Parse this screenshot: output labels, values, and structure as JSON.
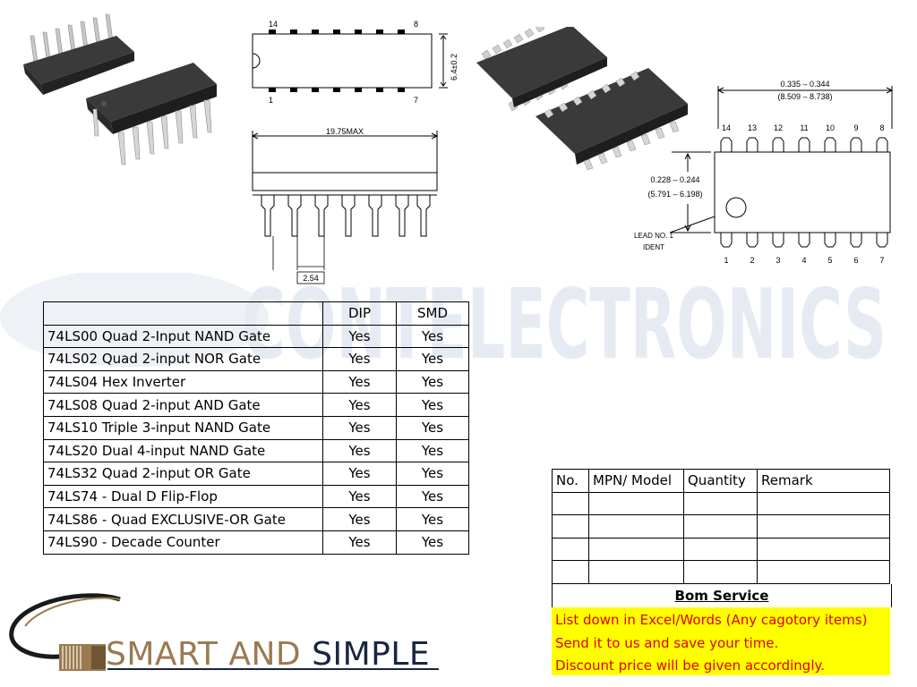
{
  "watermark": {
    "text": "CONTELECTRONICS",
    "color": "#e6ebf3"
  },
  "drawings": {
    "dip_top": {
      "pin_left_top": "14",
      "pin_right_top": "8",
      "pin_left_bottom": "1",
      "pin_right_bottom": "7",
      "width_dim": "6.4±0.2"
    },
    "dip_side": {
      "length_dim": "19.75MAX",
      "pitch_dim": "2.54"
    },
    "soic": {
      "length_dim_in": "0.335 – 0.344",
      "length_dim_mm": "(8.509 – 8.738)",
      "width_dim_in": "0.228 – 0.244",
      "width_dim_mm": "(5.791 – 6.198)",
      "lead_ident_line1": "LEAD NO. 1",
      "lead_ident_line2": "IDENT",
      "pins_top": [
        "14",
        "13",
        "12",
        "11",
        "10",
        "9",
        "8"
      ],
      "pins_bottom": [
        "1",
        "2",
        "3",
        "4",
        "5",
        "6",
        "7"
      ]
    }
  },
  "ic_table": {
    "headers": [
      "",
      "DIP",
      "SMD"
    ],
    "rows": [
      [
        "74LS00 Quad 2-Input NAND Gate",
        "Yes",
        "Yes"
      ],
      [
        "74LS02 Quad 2-input NOR Gate",
        "Yes",
        "Yes"
      ],
      [
        "74LS04 Hex Inverter",
        "Yes",
        "Yes"
      ],
      [
        "74LS08 Quad 2-input AND Gate",
        "Yes",
        "Yes"
      ],
      [
        "74LS10 Triple 3-input NAND Gate",
        "Yes",
        "Yes"
      ],
      [
        "74LS20 Dual 4-input NAND Gate",
        "Yes",
        "Yes"
      ],
      [
        "74LS32 Quad 2-input OR Gate",
        "Yes",
        "Yes"
      ],
      [
        "74LS74 - Dual D Flip-Flop",
        "Yes",
        "Yes"
      ],
      [
        "74LS86 - Quad EXCLUSIVE-OR Gate",
        "Yes",
        "Yes"
      ],
      [
        "74LS90 - Decade Counter",
        "Yes",
        "Yes"
      ]
    ]
  },
  "bom": {
    "headers": [
      "No.",
      "MPN/ Model",
      "Quantity",
      "Remark"
    ],
    "rows": [
      [
        "",
        "",
        "",
        ""
      ],
      [
        "",
        "",
        "",
        ""
      ],
      [
        "",
        "",
        "",
        ""
      ],
      [
        "",
        "",
        "",
        ""
      ]
    ],
    "title": "Bom Service",
    "notes": [
      "List down in Excel/Words (Any cagotory items)",
      "Send it to us and save your time.",
      "Discount price will be given accordingly."
    ],
    "note_bg": "#ffff00",
    "note_color": "#e00000"
  },
  "logo": {
    "word1": "SMART AND ",
    "word2": "SIMPLE",
    "color1": "#9a7a50",
    "color2": "#1a2540"
  }
}
